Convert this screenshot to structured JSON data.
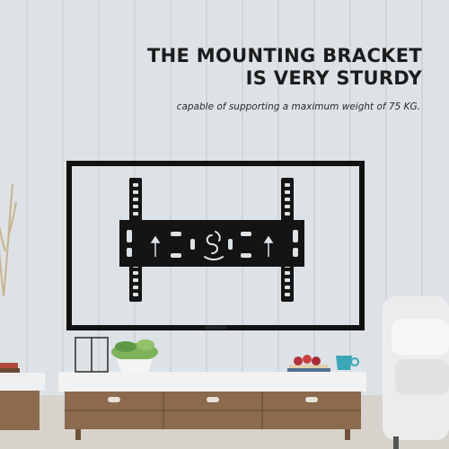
{
  "headline": {
    "line1": "THE MOUNTING BRACKET",
    "line2": "IS VERY STURDY"
  },
  "tagline": "capable of supporting a maximum weight of 75 KG.",
  "colors": {
    "wall": "#dde2e6",
    "wall_panel_line": "#cfd5da",
    "tv_frame": "#111111",
    "bracket": "#141414",
    "cabinet_top": "#f2f2f2",
    "cabinet_wood": "#8b6a4e",
    "sofa": "#ececec",
    "floor": "#d7d3cc"
  },
  "icons": {
    "arrow": "up-arrow-icon",
    "logo": "brand-logo-icon"
  }
}
